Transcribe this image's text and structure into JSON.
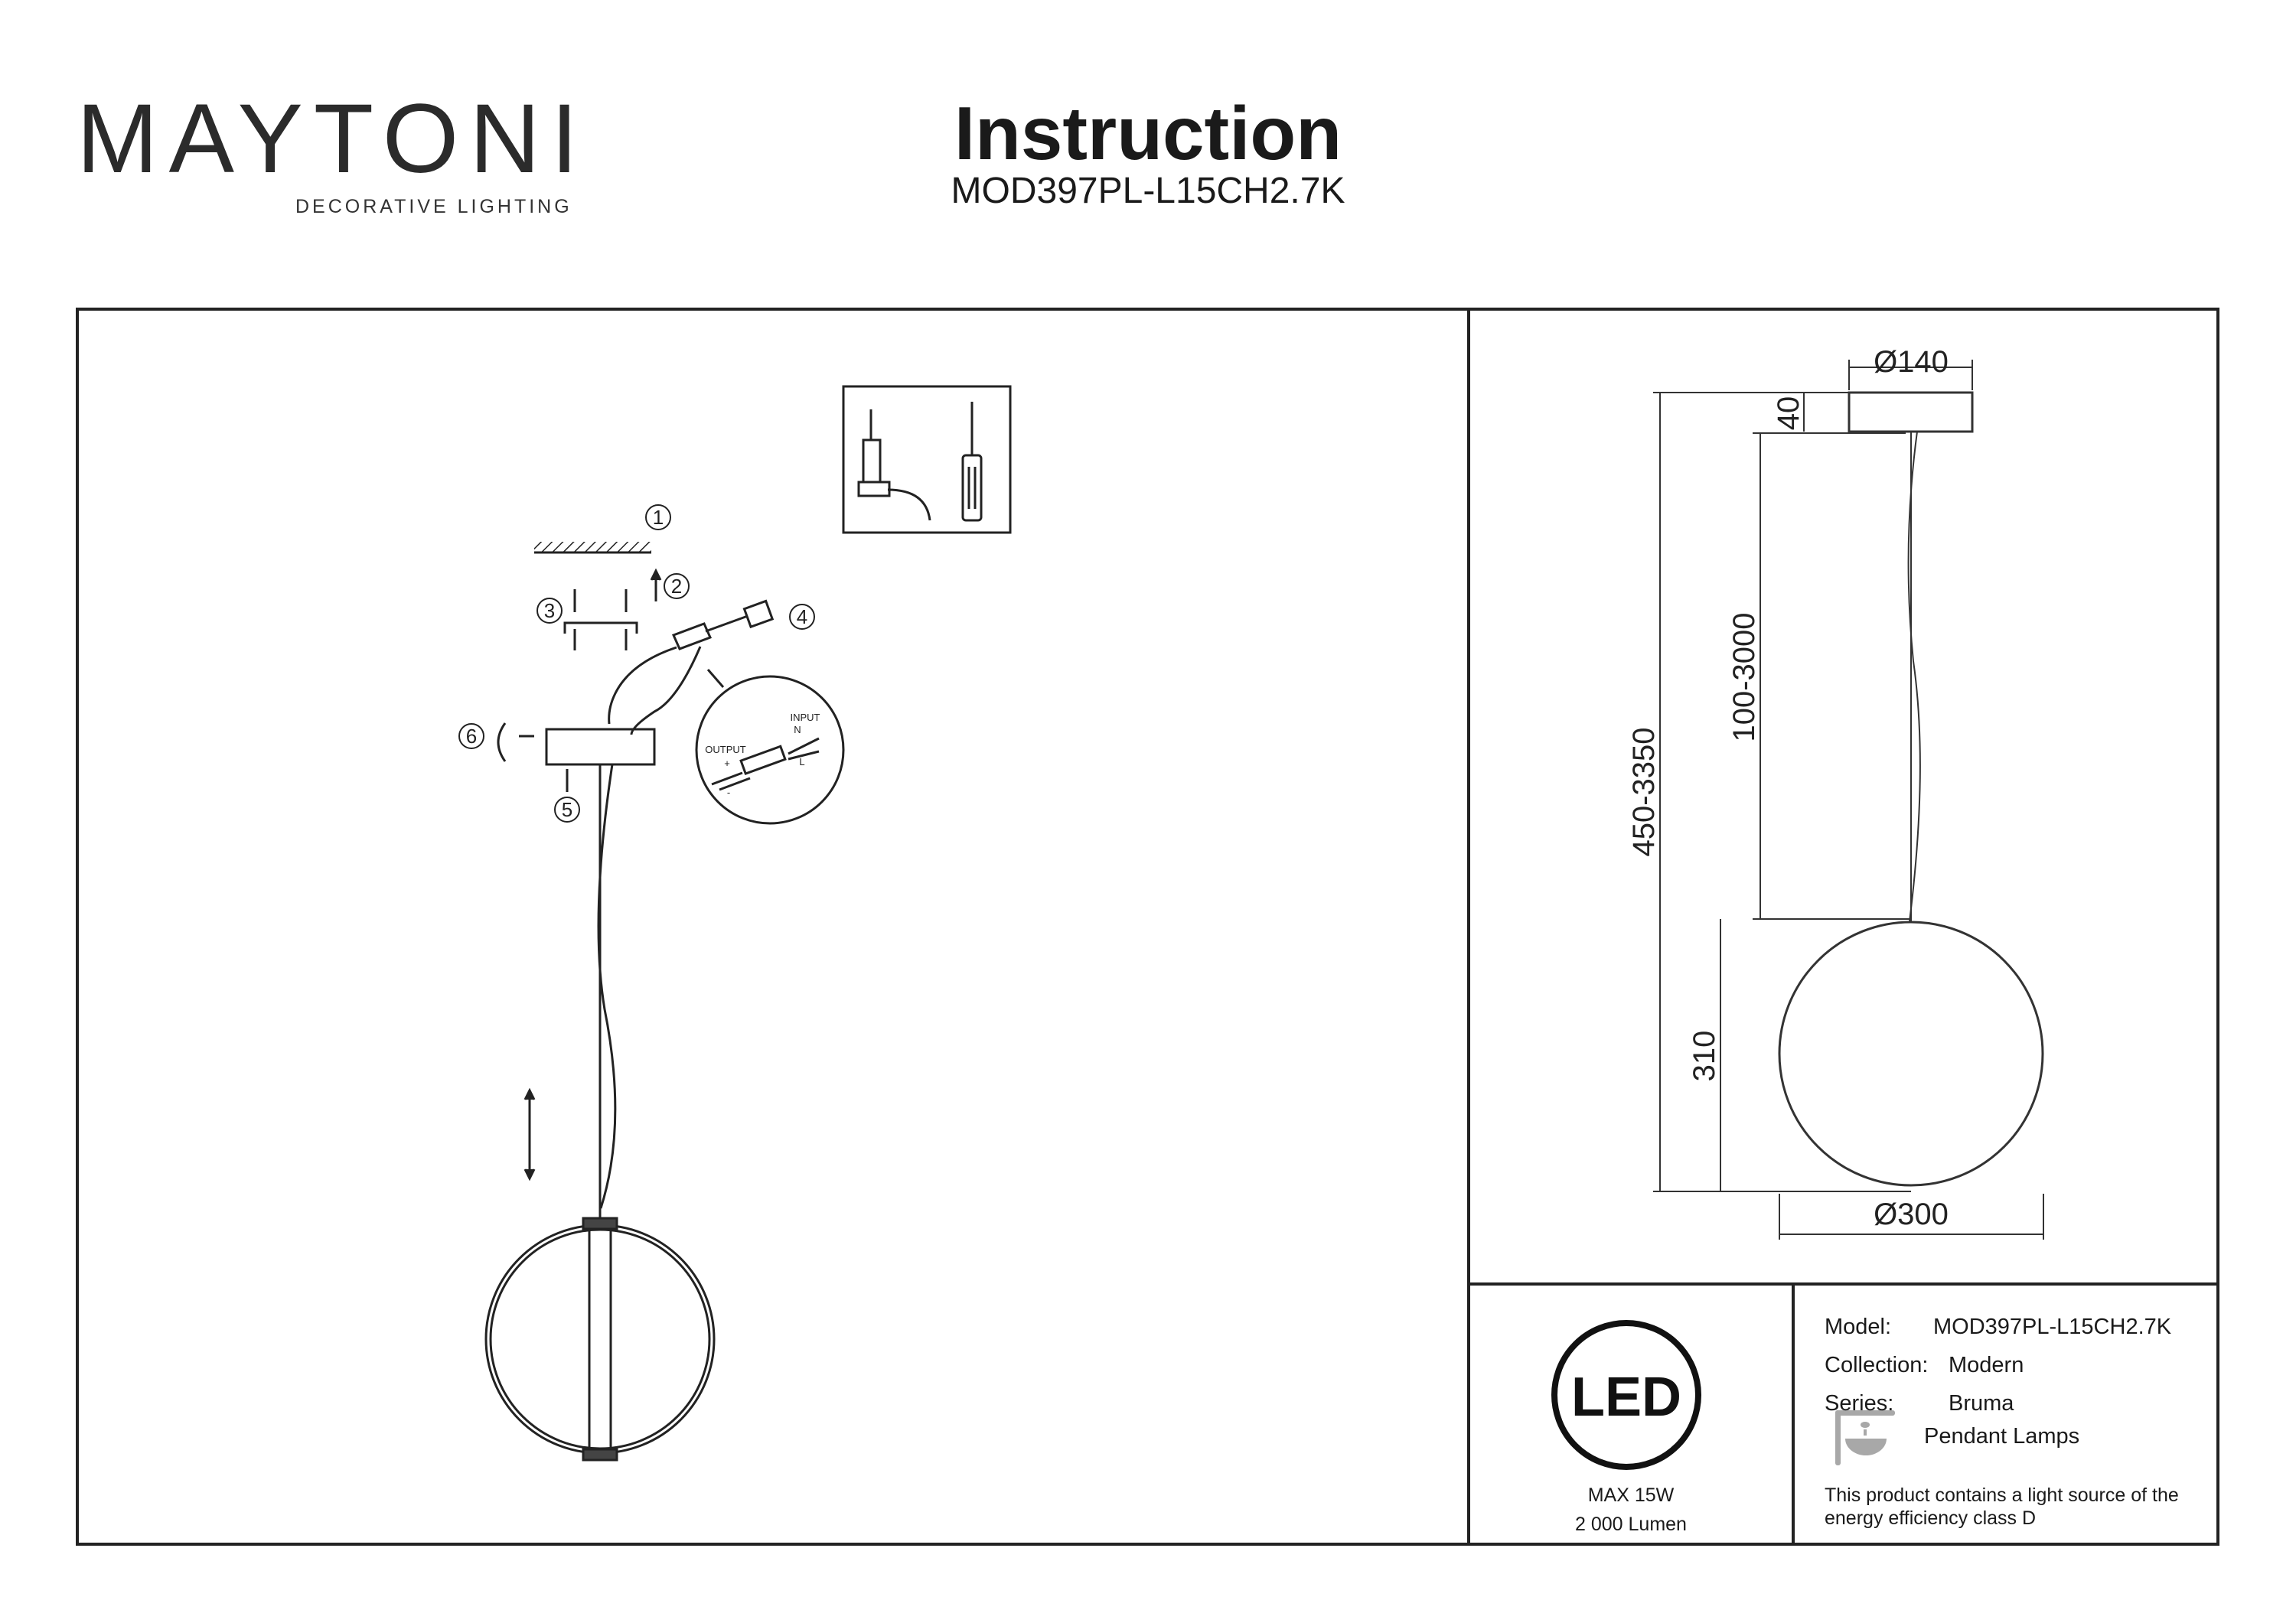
{
  "brand": {
    "name": "MAYTONI",
    "tagline": "DECORATIVE LIGHTING",
    "accent_color": "#5a1a4a"
  },
  "header": {
    "title": "Instruction",
    "model": "MOD397PL-L15CH2.7K"
  },
  "assembly": {
    "steps": [
      "1",
      "2",
      "3",
      "4",
      "5",
      "6"
    ],
    "detail": {
      "input": "INPUT",
      "n": "N",
      "l": "L",
      "output": "OUTPUT",
      "plus": "+",
      "minus": "-"
    },
    "tools": [
      "drill-icon",
      "screwdriver-icon"
    ]
  },
  "dimensions": {
    "canopy_diameter": "Ø140",
    "canopy_height": "40",
    "cable_length": "100-3000",
    "total_height": "450-3350",
    "globe_height": "310",
    "globe_diameter": "Ø300"
  },
  "led": {
    "badge": "LED",
    "power": "MAX 15W",
    "lumen": "2 000 Lumen"
  },
  "specs": {
    "model_label": "Model:",
    "model_value": "MOD397PL-L15CH2.7K",
    "collection_label": "Collection:",
    "collection_value": "Modern",
    "series_label": "Series:",
    "series_value": "Bruma",
    "category": "Pendant Lamps",
    "energy_line1": "This product contains a light source of the",
    "energy_line2": "energy efficiency class D"
  }
}
